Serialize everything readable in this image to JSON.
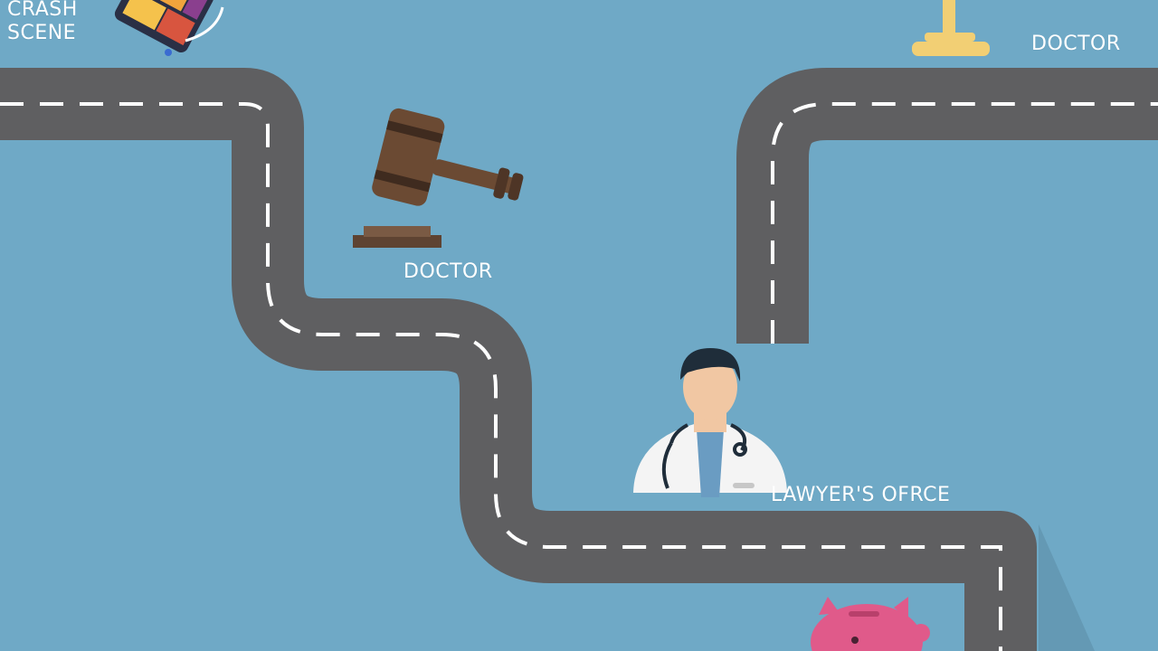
{
  "labels": {
    "crash_line1": "CRASH",
    "crash_line2": "SCENE",
    "doctor_top": "DOCTOR",
    "doctor_mid": "DOCTOR",
    "lawyer": "LAWYER'S OFRCE"
  },
  "colors": {
    "background": "#6fa9c6",
    "road": "#5f5f61",
    "dash": "#ffffff",
    "gavel": "#6b4a33",
    "piggy": "#e05a8a",
    "lamp": "#f2cf74"
  },
  "icons": [
    "crash-scene-icon",
    "lamp-icon",
    "gavel-icon",
    "doctor-icon",
    "piggy-bank-icon"
  ]
}
